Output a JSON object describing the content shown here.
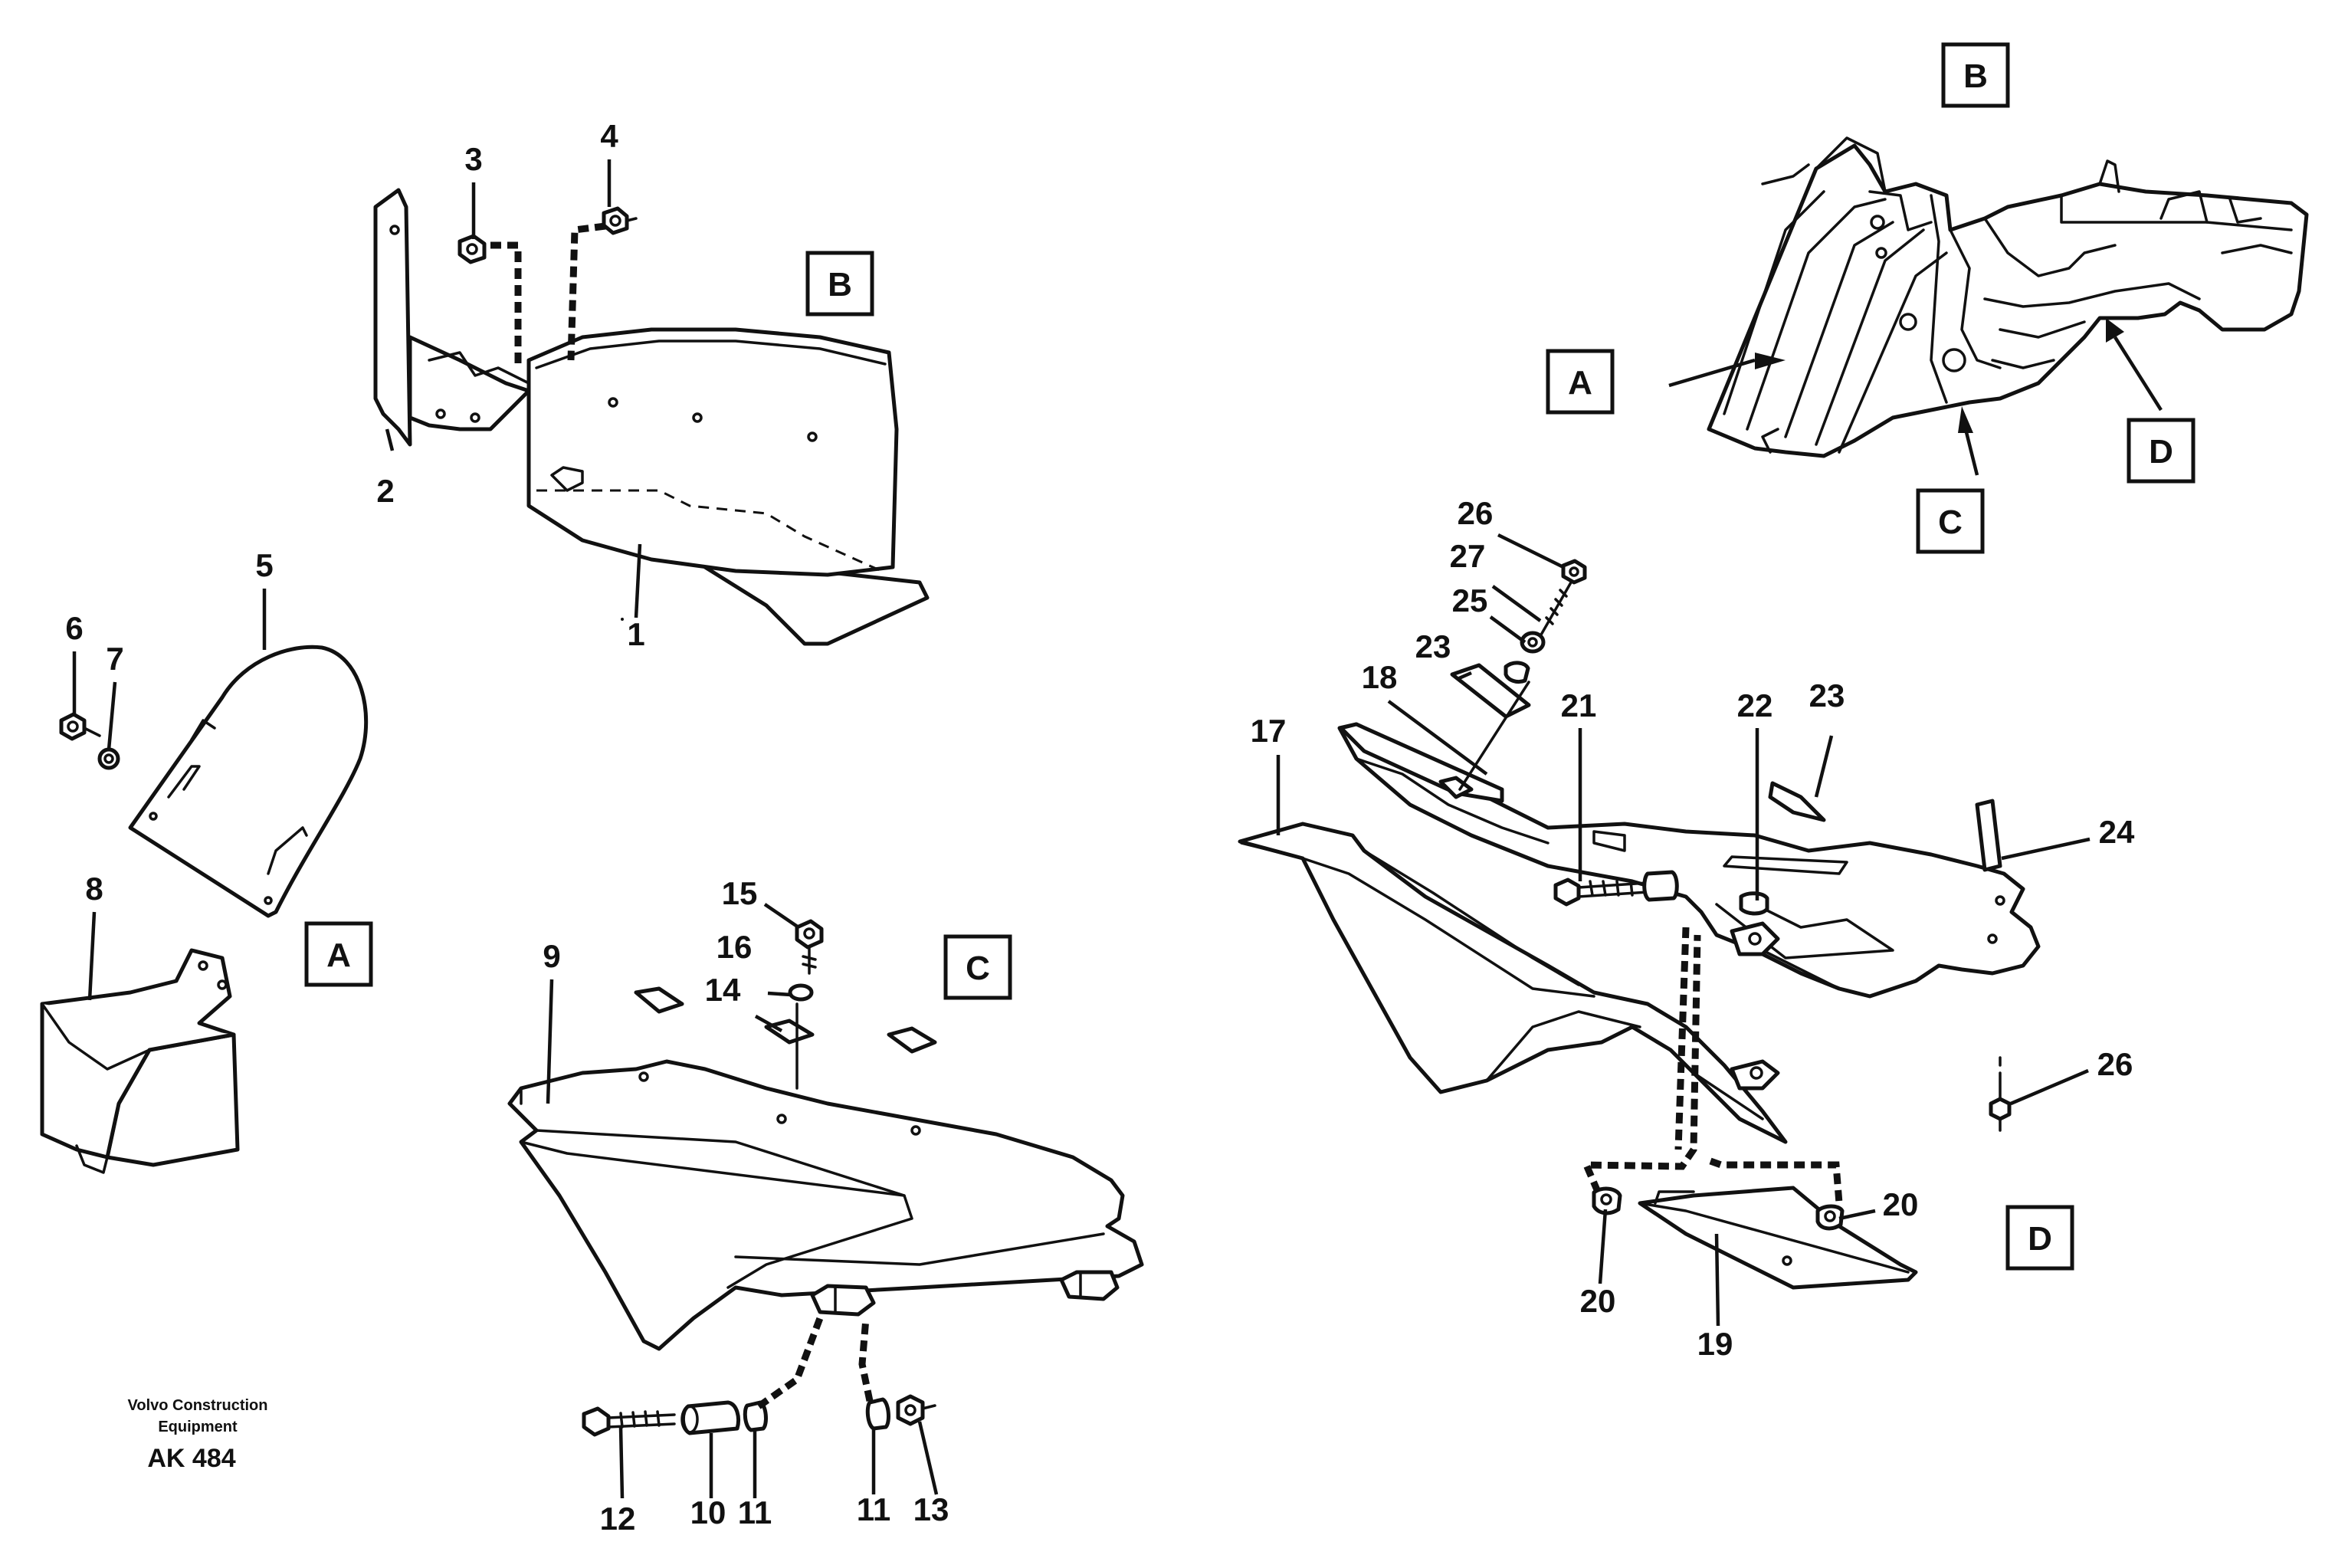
{
  "brand": {
    "line1": "Volvo Construction",
    "line2": "Equipment",
    "code": "AK 484"
  },
  "sections": {
    "A": "A",
    "B": "B",
    "C": "C",
    "D": "D"
  },
  "parts": {
    "p1": "1",
    "p2": "2",
    "p3": "3",
    "p4": "4",
    "p5": "5",
    "p6": "6",
    "p7": "7",
    "p8": "8",
    "p9": "9",
    "p10": "10",
    "p11": "11",
    "p12": "12",
    "p13": "13",
    "p14": "14",
    "p15": "15",
    "p16": "16",
    "p17": "17",
    "p18": "18",
    "p19": "19",
    "p20": "20",
    "p21": "21",
    "p22": "22",
    "p23": "23",
    "p24": "24",
    "p25": "25",
    "p26": "26",
    "p27": "27"
  }
}
